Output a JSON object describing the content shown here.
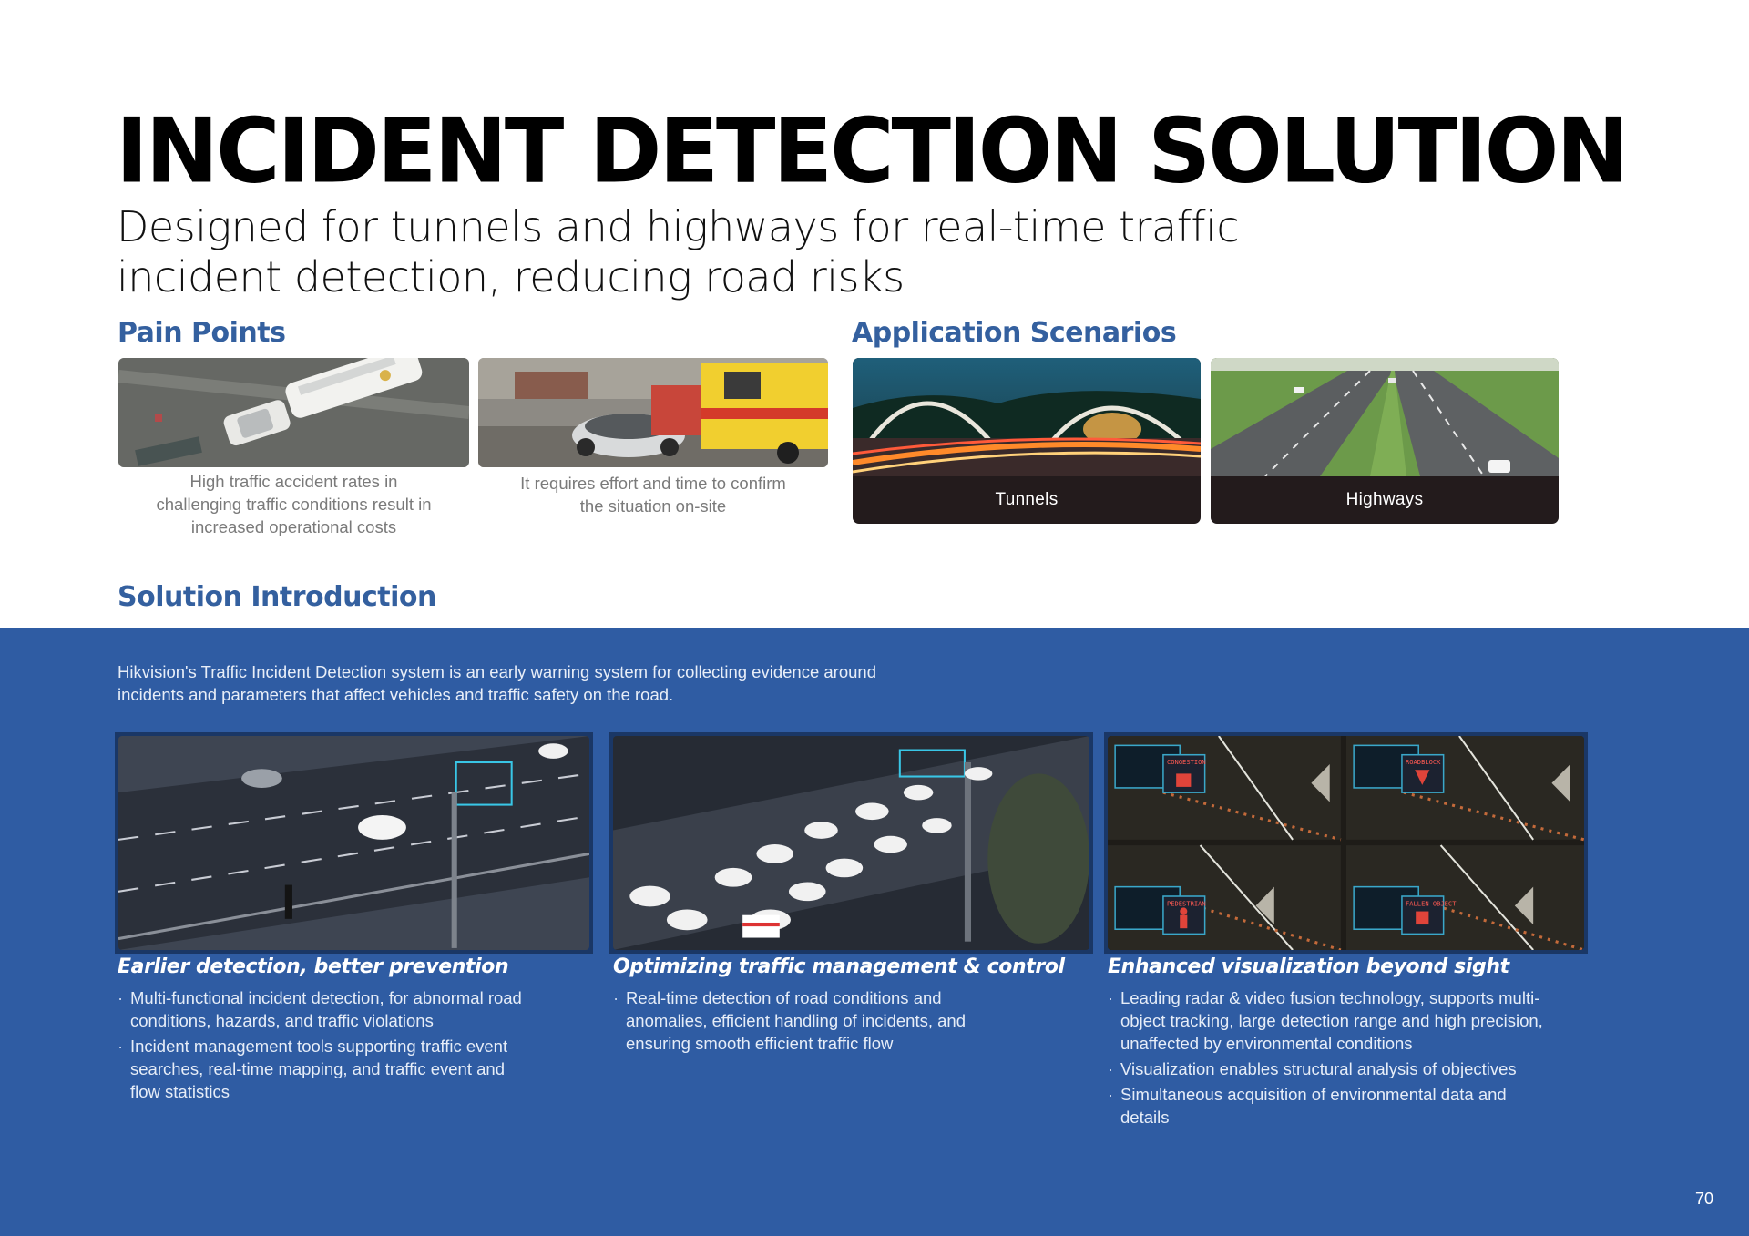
{
  "header": {
    "title": "INCIDENT DETECTION SOLUTION",
    "subtitle": "Designed for tunnels and highways for real-time traffic incident detection, reducing road risks"
  },
  "pain_points": {
    "heading": "Pain Points",
    "items": [
      {
        "caption": "High traffic accident rates in challenging traffic conditions result in increased operational costs",
        "image": "aerial-collision-photo"
      },
      {
        "caption": "It requires effort and time to confirm the situation on-site",
        "image": "overturned-car-ambulance-photo"
      }
    ]
  },
  "scenarios": {
    "heading": "Application Scenarios",
    "items": [
      {
        "label": "Tunnels",
        "image": "tunnel-night-photo"
      },
      {
        "label": "Highways",
        "image": "highway-aerial-photo"
      }
    ]
  },
  "solution": {
    "heading": "Solution Introduction",
    "intro": "Hikvision's Traffic Incident Detection system is an early warning system for collecting evidence around incidents and parameters that affect vehicles and traffic safety on the road.",
    "features": [
      {
        "title": "Earlier detection, better prevention",
        "image": "pedestrian-on-highway-render",
        "bullets": [
          "Multi-functional incident detection, for abnormal road conditions, hazards, and traffic violations",
          "Incident management tools supporting traffic event searches, real-time mapping, and traffic event and flow statistics"
        ]
      },
      {
        "title": "Optimizing traffic management & control",
        "image": "traffic-jam-render",
        "bullets": [
          "Real-time detection of road conditions and anomalies, efficient handling of incidents, and ensuring smooth efficient traffic flow"
        ]
      },
      {
        "title": "Enhanced visualization beyond sight",
        "image": "tunnel-monitoring-grid",
        "monitor_tags": [
          "CONGESTION",
          "ROADBLOCK",
          "PEDESTRIAN",
          "FALLEN OBJECT"
        ],
        "bullets": [
          "Leading radar & video fusion technology,  supports multi-object tracking, large detection range and high precision, unaffected by environmental conditions",
          "Visualization enables structural analysis of objectives",
          "Simultaneous acquisition of environmental data and details"
        ]
      }
    ]
  },
  "page_number": "70",
  "colors": {
    "accent": "#34609f",
    "band": "#2f5ca3",
    "scenario_label_bg": "#231b1c"
  }
}
